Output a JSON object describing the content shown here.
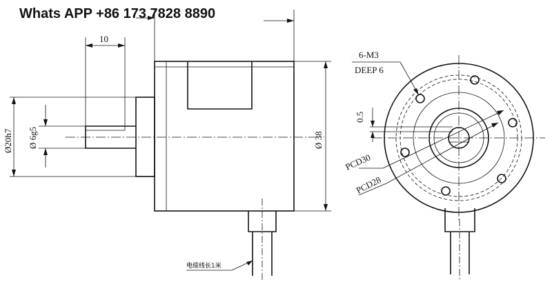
{
  "header": {
    "contact_text": "Whats APP +86 173 7828 8890"
  },
  "side_view": {
    "dim_key_length": "10",
    "dim_shaft_fit": "Ø 6g5",
    "dim_boss_fit": "Ø20h7",
    "dim_body_diameter": "Ø 38",
    "cable_note": "电缆线长1米"
  },
  "front_view": {
    "hole_spec_line1": "6-M3",
    "hole_spec_line2": "DEEP 6",
    "dim_offset": "0.5",
    "pcd_outer": "PCD30",
    "pcd_inner": "PCD28"
  },
  "colors": {
    "line": "#111111",
    "background": "#ffffff"
  }
}
